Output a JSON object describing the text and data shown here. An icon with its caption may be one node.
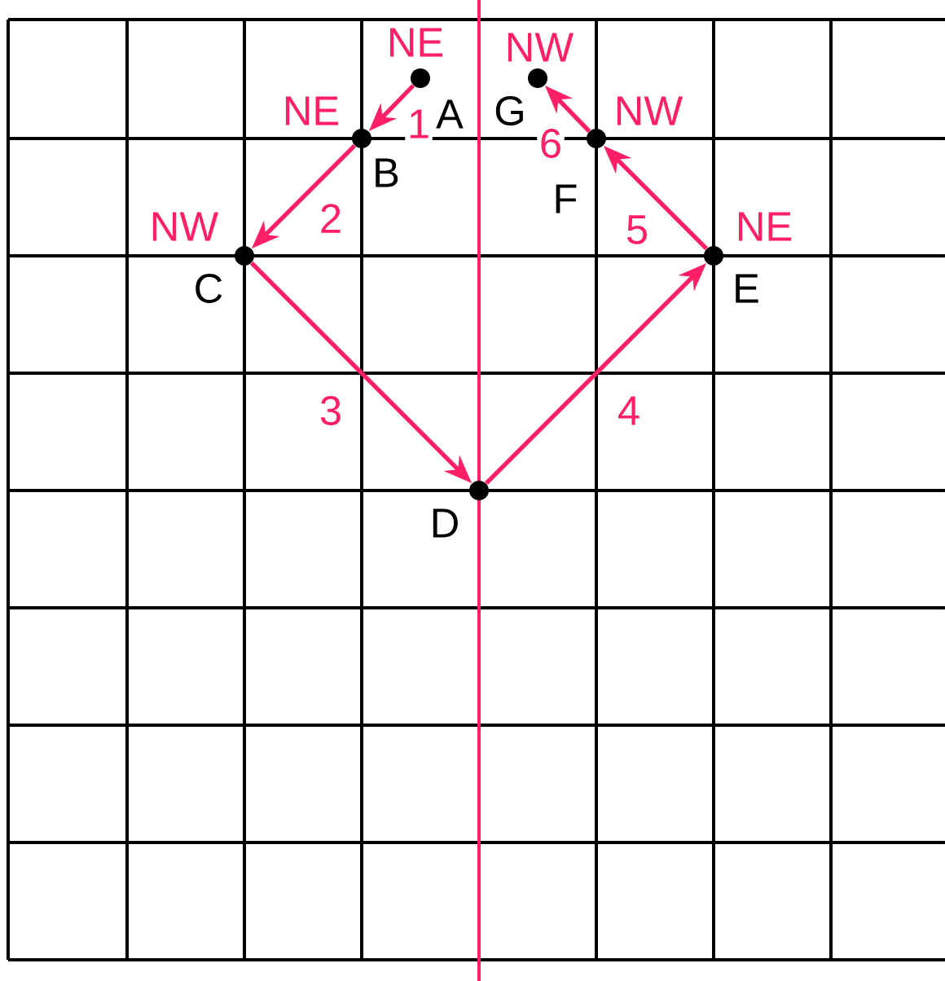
{
  "diagram": {
    "nodes": [
      {
        "text": [
          "A"
        ],
        "beside": [
          "NE"
        ]
      },
      {
        "text": [
          "B"
        ],
        "beside": [
          "NE"
        ]
      },
      {
        "text": [
          "C"
        ],
        "beside": [
          "NW"
        ]
      },
      {
        "text": [
          "D"
        ]
      },
      {
        "text": [
          "E"
        ],
        "beside": [
          "NE"
        ]
      },
      {
        "text": [
          "F"
        ],
        "beside": [
          "NW"
        ]
      },
      {
        "text": [
          "G"
        ],
        "beside": [
          "NW"
        ]
      }
    ],
    "edges": [
      {
        "from": 0,
        "to": 1,
        "arrow": "to",
        "label": "1"
      },
      {
        "from": 1,
        "to": 2,
        "arrow": "to",
        "label": "2"
      },
      {
        "from": 2,
        "to": 3,
        "arrow": "to",
        "label": "3"
      },
      {
        "from": 3,
        "to": 4,
        "arrow": "to",
        "label": "4"
      },
      {
        "from": 4,
        "to": 5,
        "arrow": "to",
        "label": "5"
      },
      {
        "from": 5,
        "to": 6,
        "arrow": "to",
        "label": "6"
      }
    ]
  }
}
